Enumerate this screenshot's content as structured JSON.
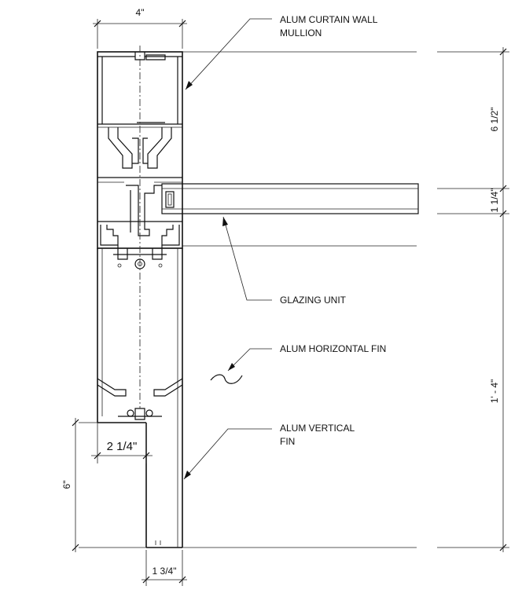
{
  "callouts": {
    "mullion_line1": "ALUM CURTAIN WALL",
    "mullion_line2": "MULLION",
    "glazing": "GLAZING UNIT",
    "horizontal_fin": "ALUM HORIZONTAL FIN",
    "vertical_fin_line1": "ALUM VERTICAL",
    "vertical_fin_line2": "FIN"
  },
  "dimensions": {
    "mullion_width": "4\"",
    "upper_height": "6 1/2\"",
    "glass_thickness": "1 1/4\"",
    "lower_height": "1' - 4\"",
    "fin_offset": "2 1/4\"",
    "fin_depth": "6\"",
    "fin_width": "1 3/4\""
  },
  "colors": {
    "line": "#111111",
    "background": "#ffffff"
  }
}
